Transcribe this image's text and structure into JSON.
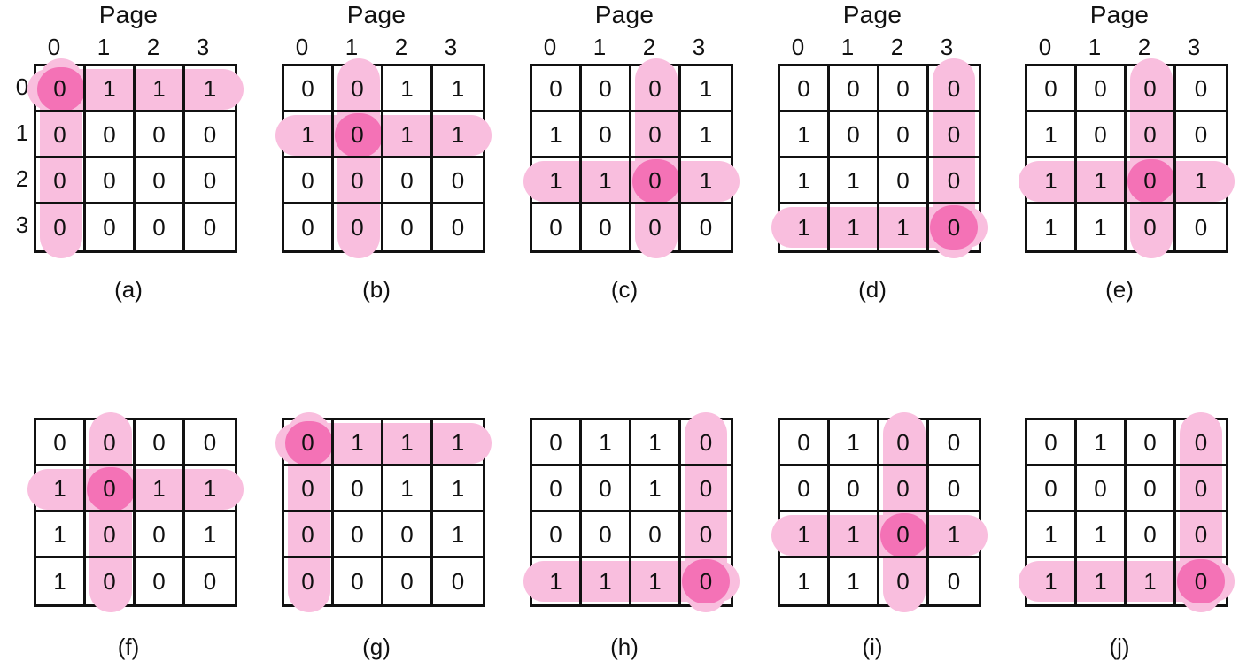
{
  "figure": {
    "column_header_title": "Page",
    "column_headers": [
      "0",
      "1",
      "2",
      "3"
    ],
    "row_headers": [
      "0",
      "1",
      "2",
      "3"
    ],
    "colors": {
      "highlight_light": "#f9bede",
      "highlight_dark": "#f472b6",
      "grid_line": "#111111",
      "background": "#ffffff"
    }
  },
  "chart_data": {
    "type": "table",
    "title": "Page",
    "xlabel": "Page",
    "ylabel": "",
    "categories": [
      "0",
      "1",
      "2",
      "3"
    ],
    "panels": [
      {
        "caption": "(a)",
        "show_headers": true,
        "show_row_labels": true,
        "highlight_row": 0,
        "highlight_col": 0,
        "rows": [
          [
            "0",
            "1",
            "1",
            "1"
          ],
          [
            "0",
            "0",
            "0",
            "0"
          ],
          [
            "0",
            "0",
            "0",
            "0"
          ],
          [
            "0",
            "0",
            "0",
            "0"
          ]
        ]
      },
      {
        "caption": "(b)",
        "show_headers": true,
        "show_row_labels": false,
        "highlight_row": 1,
        "highlight_col": 1,
        "rows": [
          [
            "0",
            "0",
            "1",
            "1"
          ],
          [
            "1",
            "0",
            "1",
            "1"
          ],
          [
            "0",
            "0",
            "0",
            "0"
          ],
          [
            "0",
            "0",
            "0",
            "0"
          ]
        ]
      },
      {
        "caption": "(c)",
        "show_headers": true,
        "show_row_labels": false,
        "highlight_row": 2,
        "highlight_col": 2,
        "rows": [
          [
            "0",
            "0",
            "0",
            "1"
          ],
          [
            "1",
            "0",
            "0",
            "1"
          ],
          [
            "1",
            "1",
            "0",
            "1"
          ],
          [
            "0",
            "0",
            "0",
            "0"
          ]
        ]
      },
      {
        "caption": "(d)",
        "show_headers": true,
        "show_row_labels": false,
        "highlight_row": 3,
        "highlight_col": 3,
        "rows": [
          [
            "0",
            "0",
            "0",
            "0"
          ],
          [
            "1",
            "0",
            "0",
            "0"
          ],
          [
            "1",
            "1",
            "0",
            "0"
          ],
          [
            "1",
            "1",
            "1",
            "0"
          ]
        ]
      },
      {
        "caption": "(e)",
        "show_headers": true,
        "show_row_labels": false,
        "highlight_row": 2,
        "highlight_col": 2,
        "rows": [
          [
            "0",
            "0",
            "0",
            "0"
          ],
          [
            "1",
            "0",
            "0",
            "0"
          ],
          [
            "1",
            "1",
            "0",
            "1"
          ],
          [
            "1",
            "1",
            "0",
            "0"
          ]
        ]
      },
      {
        "caption": "(f)",
        "show_headers": false,
        "show_row_labels": false,
        "highlight_row": 1,
        "highlight_col": 1,
        "rows": [
          [
            "0",
            "0",
            "0",
            "0"
          ],
          [
            "1",
            "0",
            "1",
            "1"
          ],
          [
            "1",
            "0",
            "0",
            "1"
          ],
          [
            "1",
            "0",
            "0",
            "0"
          ]
        ]
      },
      {
        "caption": "(g)",
        "show_headers": false,
        "show_row_labels": false,
        "highlight_row": 0,
        "highlight_col": 0,
        "rows": [
          [
            "0",
            "1",
            "1",
            "1"
          ],
          [
            "0",
            "0",
            "1",
            "1"
          ],
          [
            "0",
            "0",
            "0",
            "1"
          ],
          [
            "0",
            "0",
            "0",
            "0"
          ]
        ]
      },
      {
        "caption": "(h)",
        "show_headers": false,
        "show_row_labels": false,
        "highlight_row": 3,
        "highlight_col": 3,
        "rows": [
          [
            "0",
            "1",
            "1",
            "0"
          ],
          [
            "0",
            "0",
            "1",
            "0"
          ],
          [
            "0",
            "0",
            "0",
            "0"
          ],
          [
            "1",
            "1",
            "1",
            "0"
          ]
        ]
      },
      {
        "caption": "(i)",
        "show_headers": false,
        "show_row_labels": false,
        "highlight_row": 2,
        "highlight_col": 2,
        "rows": [
          [
            "0",
            "1",
            "0",
            "0"
          ],
          [
            "0",
            "0",
            "0",
            "0"
          ],
          [
            "1",
            "1",
            "0",
            "1"
          ],
          [
            "1",
            "1",
            "0",
            "0"
          ]
        ]
      },
      {
        "caption": "(j)",
        "show_headers": false,
        "show_row_labels": false,
        "highlight_row": 3,
        "highlight_col": 3,
        "rows": [
          [
            "0",
            "1",
            "0",
            "0"
          ],
          [
            "0",
            "0",
            "0",
            "0"
          ],
          [
            "1",
            "1",
            "0",
            "0"
          ],
          [
            "1",
            "1",
            "1",
            "0"
          ]
        ]
      }
    ]
  }
}
